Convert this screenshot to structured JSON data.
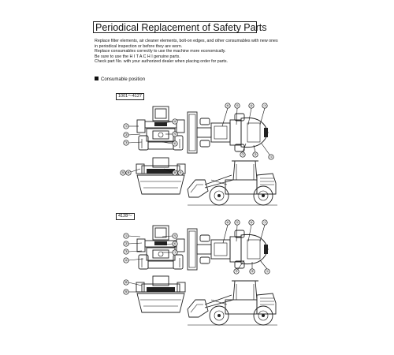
{
  "title": "Periodical Replacement of Safety Parts",
  "intro": [
    "Replace filter elements, air cleaner elements, bolt-on edges, and other consumables with new ones",
    "in periodical inspection or before they are worn.",
    "Replace consumables correctly to use the machine more economically.",
    "Be sure to use the H I T A C H I genuine parts.",
    "Check part No. with your authorized dealer when placing order for parts."
  ],
  "section_label": "Consumable position",
  "ranges": [
    "1001～4127",
    "4128～"
  ],
  "markers": [
    "①",
    "②",
    "③",
    "④",
    "⑤",
    "⑥",
    "⑦",
    "⑧",
    "⑨"
  ]
}
